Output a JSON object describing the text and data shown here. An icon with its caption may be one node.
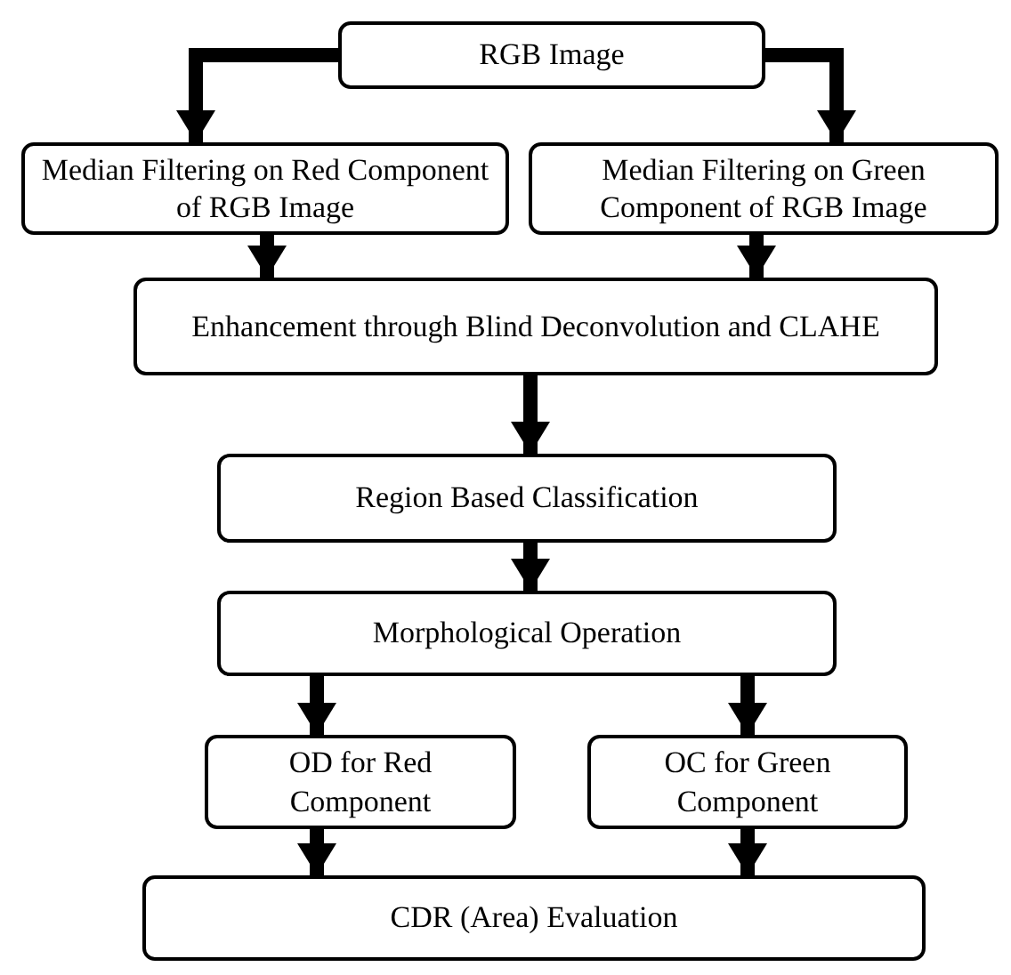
{
  "diagram": {
    "nodes": [
      {
        "text": [
          "RGB Image"
        ]
      },
      {
        "text": [
          "Median Filtering on Red Component of RGB Image"
        ]
      },
      {
        "text": [
          "Median Filtering on Green Component of RGB Image"
        ]
      },
      {
        "text": [
          "Enhancement through Blind Deconvolution and CLAHE"
        ]
      },
      {
        "text": [
          "Region Based Classification"
        ]
      },
      {
        "text": [
          "Morphological Operation"
        ]
      },
      {
        "text": [
          "OD for Red Component"
        ]
      },
      {
        "text": [
          "OC for Green Component"
        ]
      },
      {
        "text": [
          "CDR (Area) Evaluation"
        ]
      }
    ],
    "edges": [
      {
        "from": 0,
        "to": 1,
        "arrow": "to"
      },
      {
        "from": 0,
        "to": 2,
        "arrow": "to"
      },
      {
        "from": 1,
        "to": 3,
        "arrow": "to"
      },
      {
        "from": 2,
        "to": 3,
        "arrow": "to"
      },
      {
        "from": 3,
        "to": 4,
        "arrow": "to"
      },
      {
        "from": 4,
        "to": 5,
        "arrow": "to"
      },
      {
        "from": 5,
        "to": 6,
        "arrow": "to"
      },
      {
        "from": 5,
        "to": 7,
        "arrow": "to"
      },
      {
        "from": 6,
        "to": 8,
        "arrow": "to"
      },
      {
        "from": 7,
        "to": 8,
        "arrow": "to"
      }
    ]
  }
}
